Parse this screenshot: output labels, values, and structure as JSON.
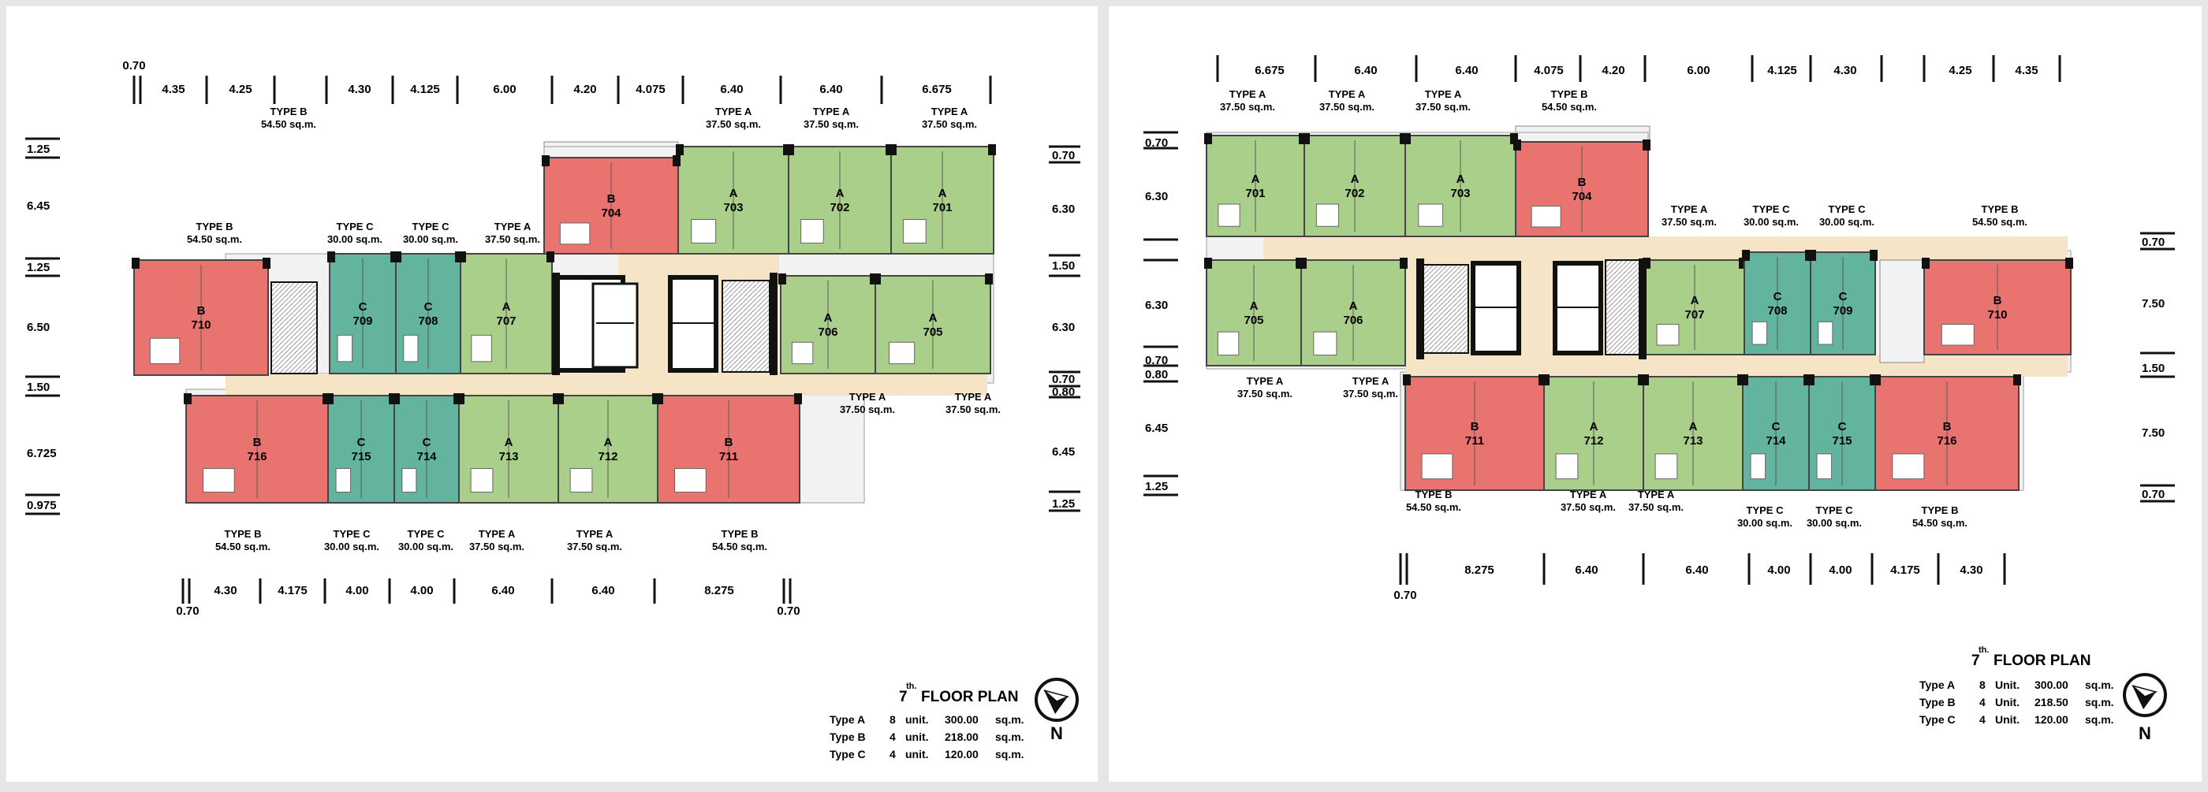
{
  "colors": {
    "type_a": "#a9cf8a",
    "type_b": "#e9736f",
    "type_c": "#62b49f",
    "corridor": "#f5e4c6",
    "wall": "#111111",
    "panel": "#ffffff",
    "background": "#e6e6e6"
  },
  "north_label": "N",
  "plans": [
    {
      "title_sup": "th.",
      "title_num": "7",
      "title_text": "FLOOR PLAN",
      "summary": [
        {
          "type": "Type A",
          "count": "8",
          "unit": "unit.",
          "area": "300.00",
          "area_unit": "sq.m."
        },
        {
          "type": "Type B",
          "count": "4",
          "unit": "unit.",
          "area": "218.00",
          "area_unit": "sq.m."
        },
        {
          "type": "Type C",
          "count": "4",
          "unit": "unit.",
          "area": "120.00",
          "area_unit": "sq.m."
        }
      ],
      "dims_top": [
        "4.35",
        "4.25",
        "4.30",
        "4.125",
        "6.00",
        "4.20",
        "4.075",
        "6.40",
        "6.40",
        "6.675"
      ],
      "dims_top_extra": "0.70",
      "dims_bottom": [
        "4.30",
        "4.175",
        "4.00",
        "4.00",
        "6.40",
        "6.40",
        "8.275"
      ],
      "dims_bottom_extra": [
        "0.70",
        "0.70"
      ],
      "dims_left": [
        "1.25",
        "6.45",
        "1.25",
        "6.50",
        "1.50",
        "6.725",
        "0.975"
      ],
      "dims_right": [
        "0.70",
        "6.30",
        "1.50",
        "6.30",
        "0.70",
        "0.80",
        "6.45",
        "1.25"
      ],
      "units": [
        {
          "label": "A",
          "number": "703",
          "type": "a"
        },
        {
          "label": "A",
          "number": "702",
          "type": "a"
        },
        {
          "label": "A",
          "number": "701",
          "type": "a"
        },
        {
          "label": "B",
          "number": "704",
          "type": "b"
        },
        {
          "label": "B",
          "number": "710",
          "type": "b"
        },
        {
          "label": "C",
          "number": "709",
          "type": "c"
        },
        {
          "label": "C",
          "number": "708",
          "type": "c"
        },
        {
          "label": "A",
          "number": "707",
          "type": "a"
        },
        {
          "label": "A",
          "number": "706",
          "type": "a"
        },
        {
          "label": "A",
          "number": "705",
          "type": "a"
        },
        {
          "label": "B",
          "number": "716",
          "type": "b"
        },
        {
          "label": "C",
          "number": "715",
          "type": "c"
        },
        {
          "label": "C",
          "number": "714",
          "type": "c"
        },
        {
          "label": "A",
          "number": "713",
          "type": "a"
        },
        {
          "label": "A",
          "number": "712",
          "type": "a"
        },
        {
          "label": "B",
          "number": "711",
          "type": "b"
        }
      ],
      "type_labels": [
        {
          "name": "TYPE B",
          "area": "54.50 sq.m."
        },
        {
          "name": "TYPE A",
          "area": "37.50 sq.m."
        },
        {
          "name": "TYPE A",
          "area": "37.50 sq.m."
        },
        {
          "name": "TYPE A",
          "area": "37.50 sq.m."
        },
        {
          "name": "TYPE B",
          "area": "54.50 sq.m."
        },
        {
          "name": "TYPE C",
          "area": "30.00 sq.m."
        },
        {
          "name": "TYPE C",
          "area": "30.00 sq.m."
        },
        {
          "name": "TYPE A",
          "area": "37.50 sq.m."
        },
        {
          "name": "TYPE A",
          "area": "37.50 sq.m."
        },
        {
          "name": "TYPE A",
          "area": "37.50 sq.m."
        },
        {
          "name": "TYPE B",
          "area": "54.50 sq.m."
        },
        {
          "name": "TYPE C",
          "area": "30.00 sq.m."
        },
        {
          "name": "TYPE C",
          "area": "30.00 sq.m."
        },
        {
          "name": "TYPE A",
          "area": "37.50 sq.m."
        },
        {
          "name": "TYPE A",
          "area": "37.50 sq.m."
        },
        {
          "name": "TYPE B",
          "area": "54.50 sq.m."
        }
      ]
    },
    {
      "title_sup": "th.",
      "title_num": "7",
      "title_text": "FLOOR PLAN",
      "summary": [
        {
          "type": "Type A",
          "count": "8",
          "unit": "Unit.",
          "area": "300.00",
          "area_unit": "sq.m."
        },
        {
          "type": "Type B",
          "count": "4",
          "unit": "Unit.",
          "area": "218.50",
          "area_unit": "sq.m."
        },
        {
          "type": "Type C",
          "count": "4",
          "unit": "Unit.",
          "area": "120.00",
          "area_unit": "sq.m."
        }
      ],
      "dims_top": [
        "6.675",
        "6.40",
        "6.40",
        "4.075",
        "4.20",
        "6.00",
        "4.125",
        "4.30",
        "4.25",
        "4.35"
      ],
      "dims_bottom": [
        "8.275",
        "6.40",
        "6.40",
        "4.00",
        "4.00",
        "4.175",
        "4.30"
      ],
      "dims_bottom_extra": [
        "0.70"
      ],
      "dims_left": [
        "0.70",
        "6.30",
        "6.30",
        "0.70",
        "0.80",
        "6.45",
        "1.25"
      ],
      "dims_right": [
        "0.70",
        "7.50",
        "1.50",
        "7.50",
        "0.70"
      ],
      "units": [
        {
          "label": "A",
          "number": "701",
          "type": "a"
        },
        {
          "label": "A",
          "number": "702",
          "type": "a"
        },
        {
          "label": "A",
          "number": "703",
          "type": "a"
        },
        {
          "label": "B",
          "number": "704",
          "type": "b"
        },
        {
          "label": "A",
          "number": "705",
          "type": "a"
        },
        {
          "label": "A",
          "number": "706",
          "type": "a"
        },
        {
          "label": "A",
          "number": "707",
          "type": "a"
        },
        {
          "label": "C",
          "number": "708",
          "type": "c"
        },
        {
          "label": "C",
          "number": "709",
          "type": "c"
        },
        {
          "label": "B",
          "number": "710",
          "type": "b"
        },
        {
          "label": "B",
          "number": "711",
          "type": "b"
        },
        {
          "label": "A",
          "number": "712",
          "type": "a"
        },
        {
          "label": "A",
          "number": "713",
          "type": "a"
        },
        {
          "label": "C",
          "number": "714",
          "type": "c"
        },
        {
          "label": "C",
          "number": "715",
          "type": "c"
        },
        {
          "label": "B",
          "number": "716",
          "type": "b"
        }
      ],
      "type_labels": [
        {
          "name": "TYPE A",
          "area": "37.50 sq.m."
        },
        {
          "name": "TYPE A",
          "area": "37.50 sq.m."
        },
        {
          "name": "TYPE A",
          "area": "37.50 sq.m."
        },
        {
          "name": "TYPE B",
          "area": "54.50 sq.m."
        },
        {
          "name": "TYPE A",
          "area": "37.50 sq.m."
        },
        {
          "name": "TYPE C",
          "area": "30.00 sq.m."
        },
        {
          "name": "TYPE C",
          "area": "30.00 sq.m."
        },
        {
          "name": "TYPE B",
          "area": "54.50 sq.m."
        },
        {
          "name": "TYPE A",
          "area": "37.50 sq.m."
        },
        {
          "name": "TYPE A",
          "area": "37.50 sq.m."
        },
        {
          "name": "TYPE B",
          "area": "54.50 sq.m."
        },
        {
          "name": "TYPE A",
          "area": "37.50 sq.m."
        },
        {
          "name": "TYPE A",
          "area": "37.50 sq.m."
        },
        {
          "name": "TYPE C",
          "area": "30.00 sq.m."
        },
        {
          "name": "TYPE C",
          "area": "30.00 sq.m."
        },
        {
          "name": "TYPE B",
          "area": "54.50 sq.m."
        }
      ]
    }
  ]
}
